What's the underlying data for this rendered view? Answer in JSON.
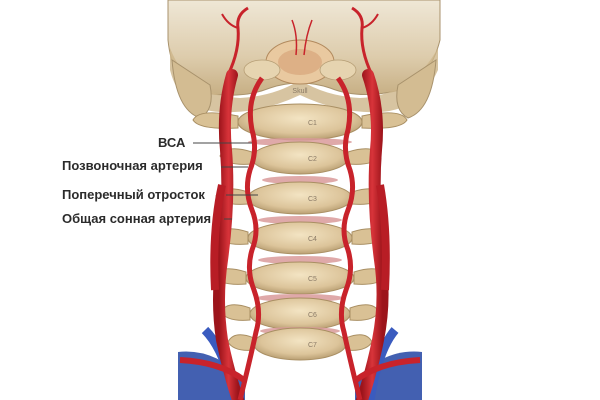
{
  "labels": {
    "vca": "ВСА",
    "vertebral_artery": "Позвоночная артерия",
    "transverse_process": "Поперечный отросток",
    "common_carotid": "Общая сонная артерия"
  },
  "skull_label": "Skull",
  "vertebra_labels": [
    "C1",
    "C2",
    "C3",
    "C4",
    "C5",
    "C6",
    "C7"
  ],
  "colors": {
    "artery": "#c8232b",
    "artery_dark": "#8e1218",
    "vein": "#2f4fa8",
    "bone": "#e7d3ad",
    "bone_shadow": "#b79d72",
    "disc": "#d99a9a"
  }
}
